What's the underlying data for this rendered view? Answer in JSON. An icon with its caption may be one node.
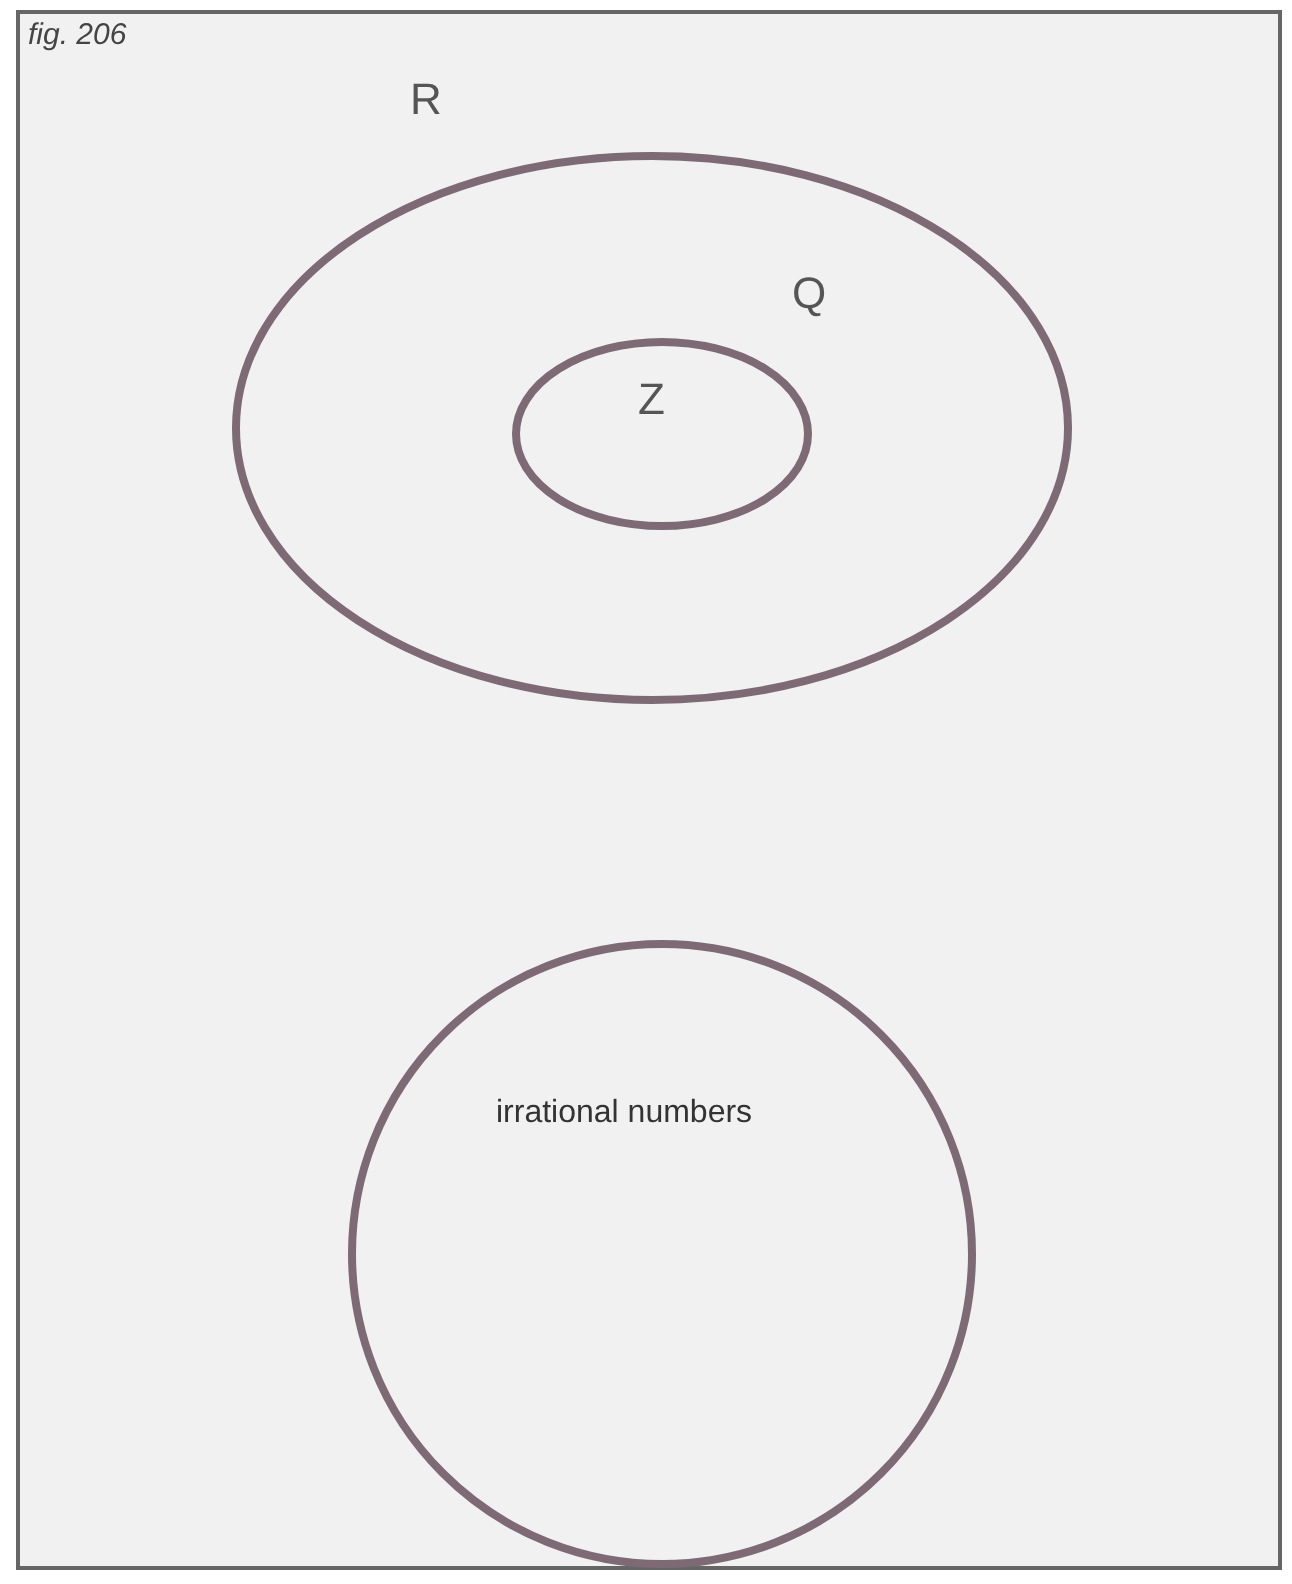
{
  "diagram": {
    "title": "fig. 206",
    "nodes": [
      {
        "text": [
          "R"
        ]
      },
      {
        "text": [
          "Q"
        ],
        "in": 0
      },
      {
        "text": [
          "Z"
        ],
        "in": 1
      },
      {
        "text": [
          "irrational numbers"
        ],
        "in": 0
      }
    ]
  }
}
